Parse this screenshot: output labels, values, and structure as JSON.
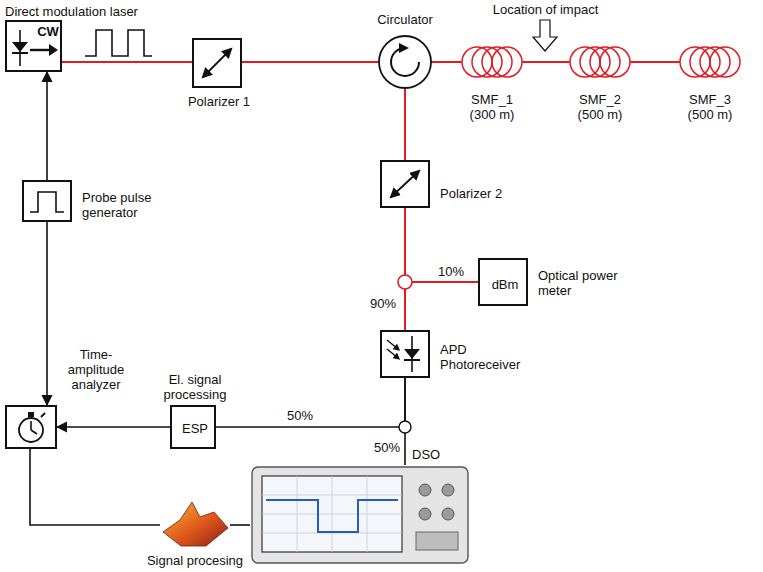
{
  "diagram": {
    "nodes": [
      {
        "text": [
          "Direct modulation laser",
          "CW"
        ]
      },
      {
        "text": [
          "Polarizer 1"
        ]
      },
      {
        "text": [
          "Circulator"
        ]
      },
      {
        "text": [
          "SMF_1 (300 m)"
        ]
      },
      {
        "text": [
          "SMF_2 (500 m)"
        ]
      },
      {
        "text": [
          "SMF_3 (500 m)"
        ]
      },
      {
        "text": [
          "Polarizer 2"
        ]
      },
      {
        "text": [
          "dBm",
          "Optical power meter"
        ]
      },
      {
        "text": [
          "APD Photoreceiver"
        ]
      },
      {
        "text": [
          "El. signal processing",
          "ESP"
        ]
      },
      {
        "text": [
          "Time- amplitude analyzer"
        ]
      },
      {
        "text": [
          "Probe pulse generator"
        ]
      },
      {
        "text": [
          "DSO"
        ]
      },
      {
        "text": [
          "Signal procesing"
        ]
      }
    ],
    "edges": [
      {
        "from": 0,
        "to": 1,
        "arrow": "none"
      },
      {
        "from": 1,
        "to": 2,
        "arrow": "none"
      },
      {
        "from": 2,
        "to": 3,
        "arrow": "none"
      },
      {
        "from": 3,
        "to": 4,
        "arrow": "none"
      },
      {
        "from": 4,
        "to": 5,
        "arrow": "none"
      },
      {
        "from": 2,
        "to": 6,
        "arrow": "none"
      },
      {
        "from": 6,
        "to": 7,
        "label": "10%",
        "arrow": "none"
      },
      {
        "from": 6,
        "to": 8,
        "label": "90%",
        "arrow": "none"
      },
      {
        "from": 8,
        "to": 9,
        "label": "50%",
        "arrow": "none"
      },
      {
        "from": 8,
        "to": 12,
        "label": "50%",
        "arrow": "none"
      },
      {
        "from": 9,
        "to": 10,
        "arrow": "to"
      },
      {
        "from": 11,
        "to": 0,
        "arrow": "to"
      },
      {
        "from": 11,
        "to": 10,
        "arrow": "to"
      },
      {
        "from": 10,
        "to": 13,
        "arrow": "none"
      },
      {
        "from": 13,
        "to": 12,
        "arrow": "none"
      }
    ],
    "labels": [
      "Location of impact"
    ]
  }
}
